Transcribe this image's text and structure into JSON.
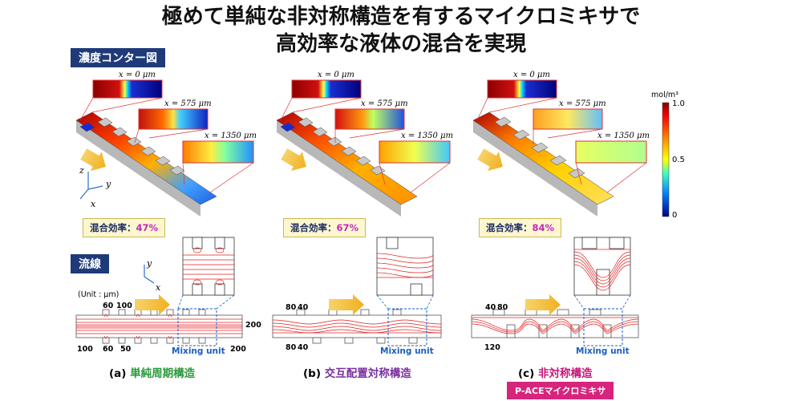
{
  "title": {
    "line1": "極めて単純な非対称構造を有するマイクロミキサで",
    "line2": "高効率な液体の混合を実現"
  },
  "contour_section_label": "濃度コンター図",
  "streamline_section_label": "流線",
  "cross_section_labels": {
    "x0": "x = 0 μm",
    "x575": "x = 575 μm",
    "x1350": "x = 1350 μm"
  },
  "mixing_efficiency": {
    "label": "混合効率：",
    "a": "47%",
    "b": "67%",
    "c": "84%"
  },
  "colorbar": {
    "unit": "mol/m³",
    "ticks": [
      "1.0",
      "0.5",
      "0"
    ]
  },
  "axes_3d": {
    "z": "z",
    "y": "y",
    "x": "x"
  },
  "axes_2d": {
    "y": "y",
    "x": "x"
  },
  "unit_note": "(Unit : μm)",
  "dimensions_a": {
    "top_left": "60",
    "top_right": "100",
    "height": "200",
    "bottom_left_1": "100",
    "bottom_left_2": "60",
    "bottom_mid": "50",
    "bottom_right": "200"
  },
  "dimensions_b": {
    "top_1": "80",
    "top_2": "40",
    "bottom_1": "80",
    "bottom_2": "40"
  },
  "dimensions_c": {
    "top_1": "40",
    "top_2": "80",
    "bottom": "120"
  },
  "mixing_unit_label": "Mixing unit",
  "captions": {
    "a_prefix": "(a) ",
    "a_text": "単純周期構造",
    "b_prefix": "(b) ",
    "b_text": "交互配置対称構造",
    "c_prefix": "(c) ",
    "c_text": "非対称構造"
  },
  "caption_colors": {
    "a": "#2a9a3a",
    "b": "#7a2fa0",
    "c": "#c2187a"
  },
  "product_tag": "P-ACEマイクロミキサ"
}
